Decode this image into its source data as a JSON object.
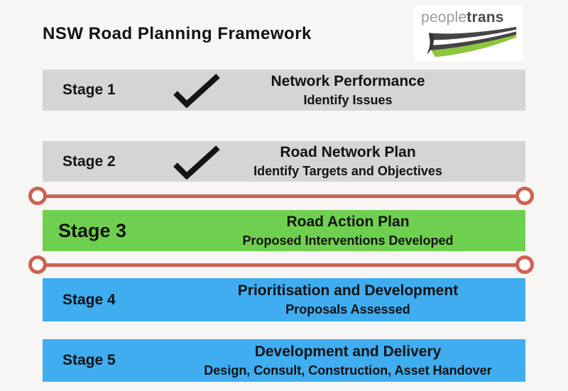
{
  "page": {
    "title": "NSW Road Planning Framework",
    "background": "#f7f6f4"
  },
  "logo": {
    "name_light": "people",
    "name_bold": "trans",
    "icon": "road-swoosh-icon",
    "colors": {
      "light_text": "#9b9b9b",
      "bold_text": "#4a4a4a",
      "road_dark": "#454545",
      "road_green": "#8dc63f",
      "box_background": "#ffffff"
    }
  },
  "colors": {
    "stage_gray": "#d6d5d3",
    "stage_green": "#6fd04f",
    "stage_blue": "#3fadf0",
    "connector_red": "#cf6152",
    "text": "#121212",
    "check": "#141414"
  },
  "stages": [
    {
      "label": "Stage 1",
      "title": "Network Performance",
      "subtitle": "Identify Issues",
      "color": "gray",
      "checked": true
    },
    {
      "label": "Stage 2",
      "title": "Road Network Plan",
      "subtitle": "Identify Targets and Objectives",
      "color": "gray",
      "checked": true
    },
    {
      "label": "Stage 3",
      "title": "Road Action Plan",
      "subtitle": "Proposed Interventions Developed",
      "color": "green",
      "checked": false
    },
    {
      "label": "Stage 4",
      "title": "Prioritisation and Development",
      "subtitle": "Proposals Assessed",
      "color": "blue",
      "checked": false
    },
    {
      "label": "Stage 5",
      "title": "Development and Delivery",
      "subtitle": "Design, Consult, Construction, Asset Handover",
      "color": "blue",
      "checked": false
    }
  ],
  "connectors": [
    {
      "position": "above-stage-3"
    },
    {
      "position": "below-stage-3"
    }
  ]
}
